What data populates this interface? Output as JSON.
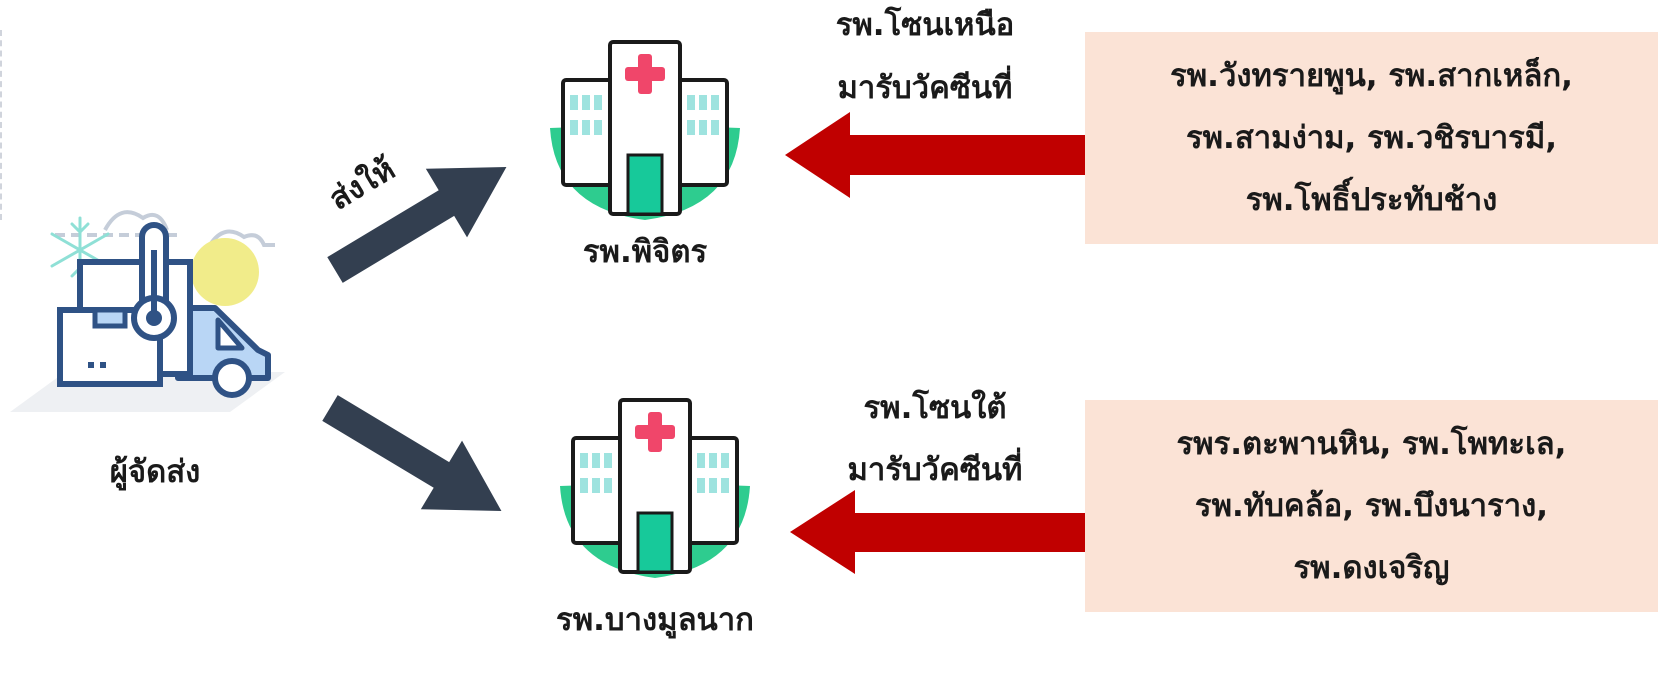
{
  "supplier": {
    "label": "ผู้จัดส่ง",
    "icon": "cold-chain-truck-icon"
  },
  "send_label": "ส่งให้",
  "hospitals": [
    {
      "name": "รพ.พิจิตร",
      "icon": "hospital-icon",
      "zone_title": "รพ.โซนเหนือ",
      "zone_subtitle": "มารับวัคซีนที่",
      "sources": [
        "รพ.วังทรายพูน, รพ.สากเหล็ก,",
        "รพ.สามง่าม, รพ.วชิรบารมี,",
        "รพ.โพธิ์ประทับช้าง"
      ]
    },
    {
      "name": "รพ.บางมูลนาก",
      "icon": "hospital-icon",
      "zone_title": "รพ.โซนใต้",
      "zone_subtitle": "มารับวัคซีนที่",
      "sources": [
        "รพร.ตะพานหิน, รพ.โพทะเล,",
        "รพ.ทับคล้อ, รพ.บึงนาราง,",
        "รพ.ดงเจริญ"
      ]
    }
  ],
  "colors": {
    "dark_arrow": "#333f50",
    "red_arrow": "#c00000",
    "box_fill": "#fbe3d6",
    "hospital_green": "#2ecc8f",
    "hospital_cross": "#f0466a",
    "truck_blue": "#3b5b8c"
  }
}
